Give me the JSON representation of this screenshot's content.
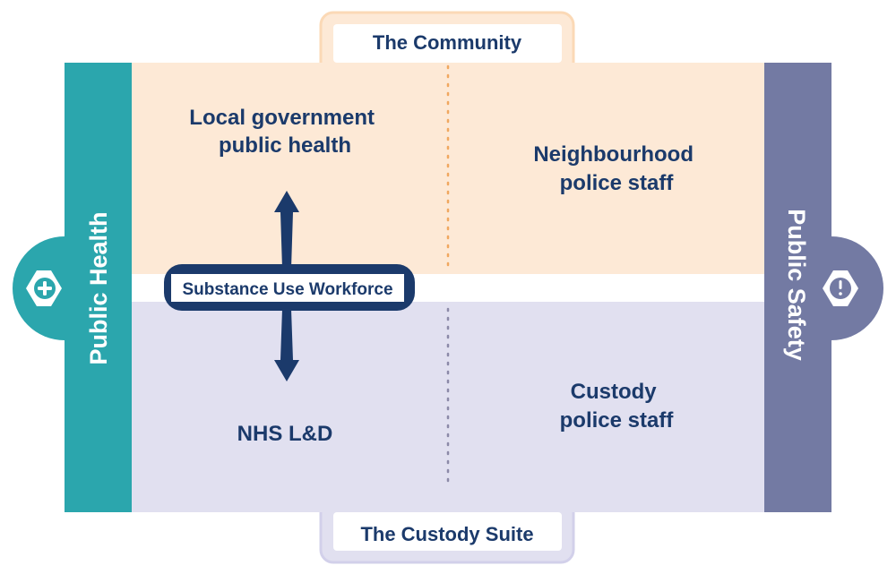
{
  "tabs": {
    "top": "The Community",
    "bottom": "The Custody Suite"
  },
  "sides": {
    "left": "Public Health",
    "right": "Public Safety"
  },
  "quadrants": {
    "top_left": [
      "Local government",
      "public health"
    ],
    "top_right": [
      "Neighbourhood",
      "police staff"
    ],
    "bottom_left": [
      "NHS L&D"
    ],
    "bottom_right": [
      "Custody",
      "police staff"
    ]
  },
  "center_label": "Substance Use Workforce",
  "icons": {
    "left": "plus-shield-icon",
    "right": "exclamation-shield-icon"
  },
  "colors": {
    "teal": "#2ba6ad",
    "purple": "#737aa3",
    "peach": "#fde9d6",
    "lavender": "#e1e0f0",
    "navy": "#1b3a6b",
    "orange": "#f0a860"
  }
}
